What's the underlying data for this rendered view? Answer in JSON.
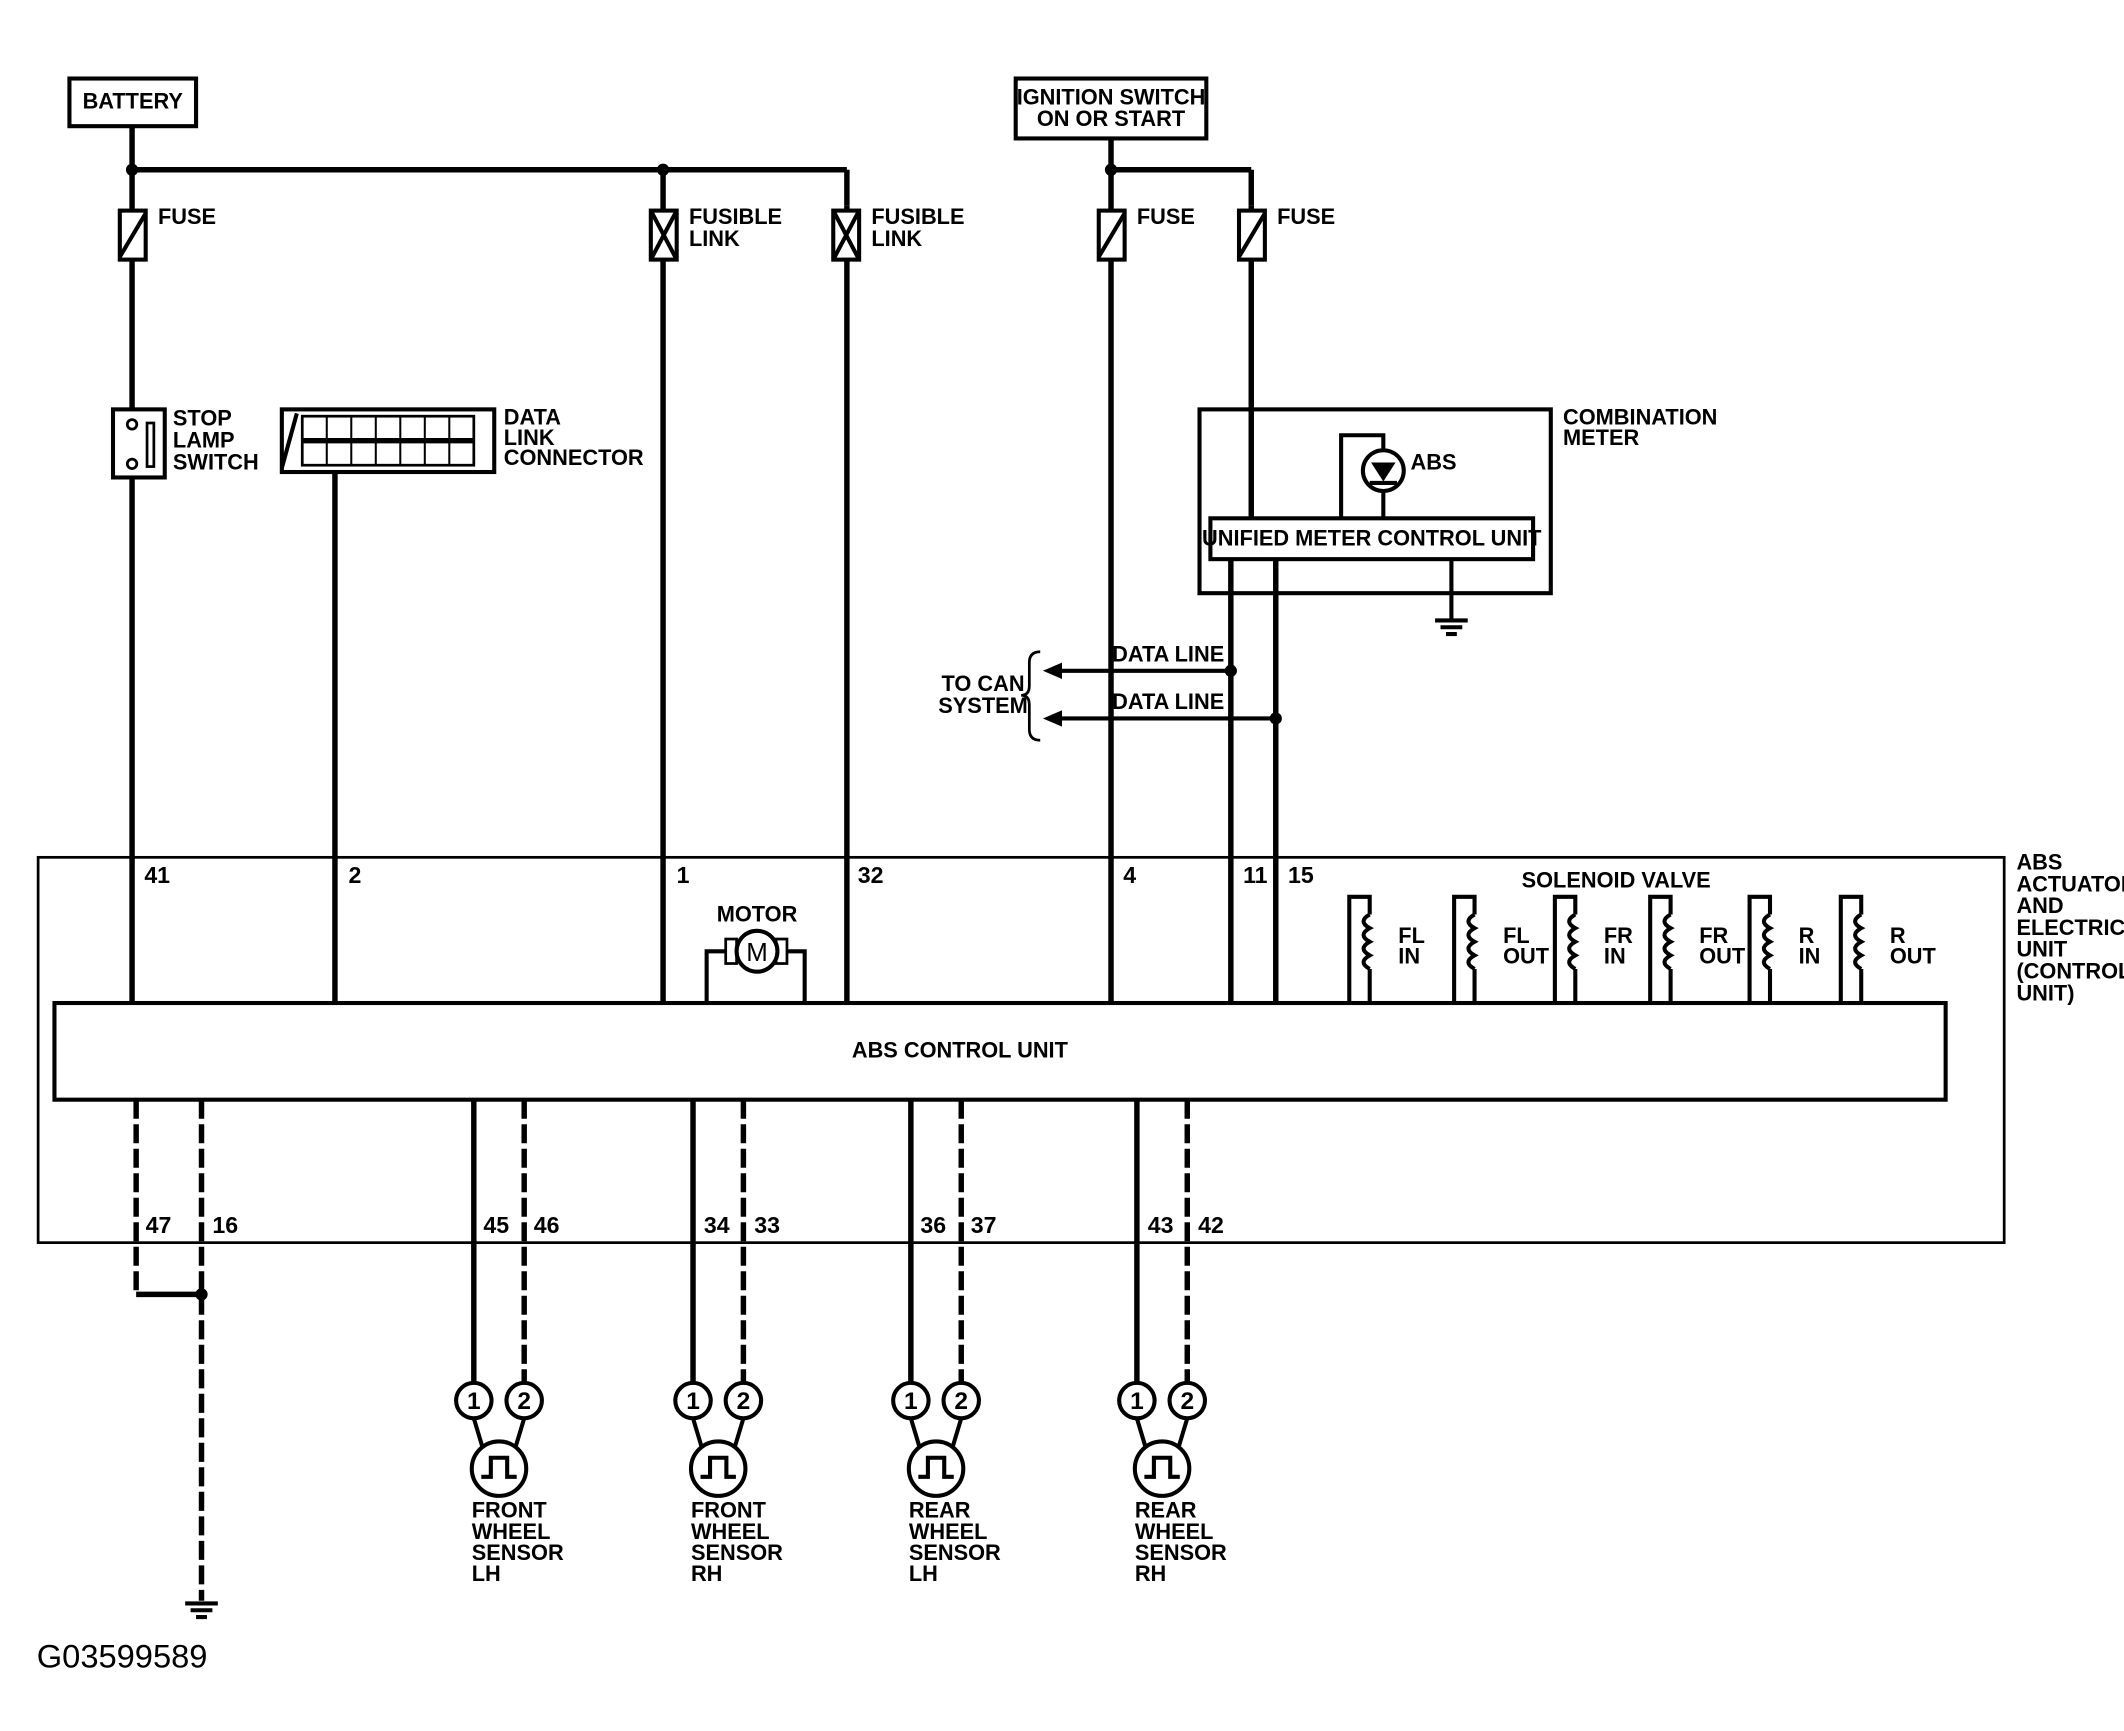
{
  "labels": {
    "battery": "BATTERY",
    "ignition_switch": [
      "IGNITION SWITCH",
      "ON OR START"
    ],
    "fuse": "FUSE",
    "fusible_link": [
      "FUSIBLE",
      "LINK"
    ],
    "stop_lamp_switch": [
      "STOP",
      "LAMP",
      "SWITCH"
    ],
    "data_link_connector": [
      "DATA",
      "LINK",
      "CONNECTOR"
    ],
    "combination_meter": [
      "COMBINATION",
      "METER"
    ],
    "abs_lamp": "ABS",
    "unified_meter_control_unit": "UNIFIED METER CONTROL UNIT",
    "to_can_system": [
      "TO CAN",
      "SYSTEM"
    ],
    "data_line": "DATA LINE",
    "motor": "MOTOR",
    "motor_symbol": "M",
    "solenoid_valve": "SOLENOID VALVE",
    "abs_actuator": [
      "ABS",
      "ACTUATOR",
      "AND",
      "ELECTRIC",
      "UNIT",
      "(CONTROL",
      "UNIT)"
    ],
    "abs_control_unit": "ABS CONTROL UNIT",
    "figure_id": "G03599589"
  },
  "pins_top": [
    "41",
    "2",
    "1",
    "32",
    "4",
    "11",
    "15"
  ],
  "pins_bottom": [
    "47",
    "16",
    "45",
    "46",
    "34",
    "33",
    "36",
    "37",
    "43",
    "42"
  ],
  "solenoids": [
    [
      "FL",
      "IN"
    ],
    [
      "FL",
      "OUT"
    ],
    [
      "FR",
      "IN"
    ],
    [
      "FR",
      "OUT"
    ],
    [
      "R",
      "IN"
    ],
    [
      "R",
      "OUT"
    ]
  ],
  "sensor_pins": [
    "1",
    "2"
  ],
  "sensors": [
    [
      "FRONT",
      "WHEEL",
      "SENSOR",
      "LH"
    ],
    [
      "FRONT",
      "WHEEL",
      "SENSOR",
      "RH"
    ],
    [
      "REAR",
      "WHEEL",
      "SENSOR",
      "LH"
    ],
    [
      "REAR",
      "WHEEL",
      "SENSOR",
      "RH"
    ]
  ]
}
